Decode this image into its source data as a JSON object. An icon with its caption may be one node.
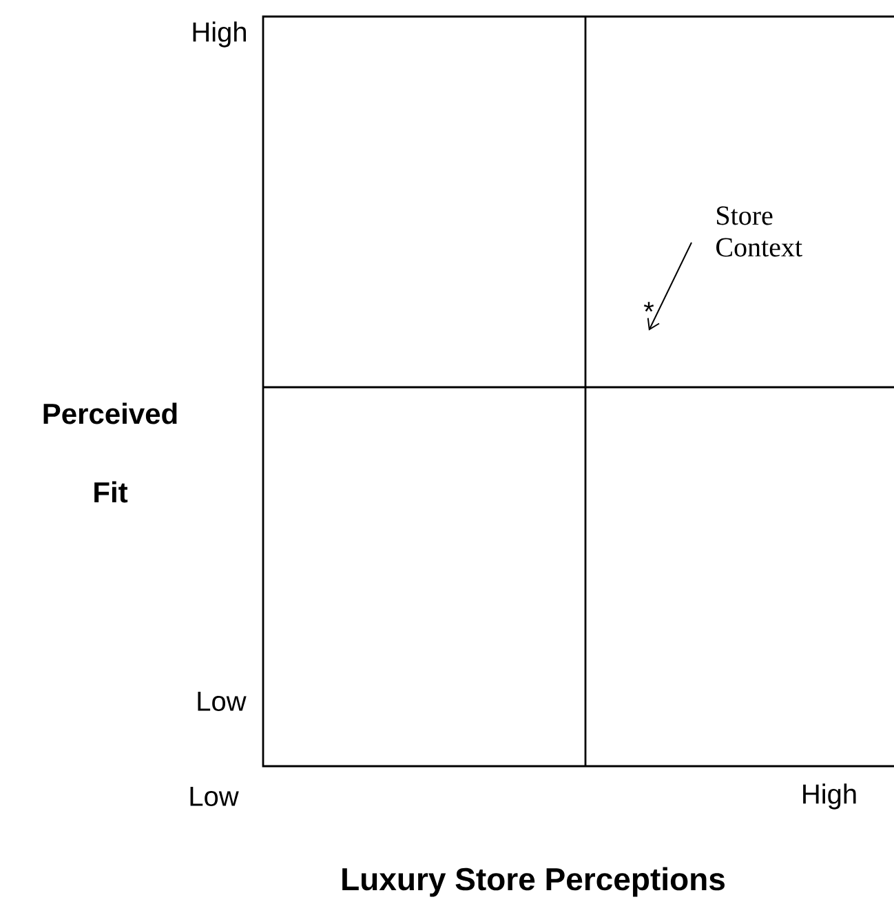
{
  "diagram": {
    "nodes": [
      {
        "text": [
          "Store Context"
        ]
      },
      {
        "text": [
          "*"
        ]
      }
    ],
    "edges": [
      {
        "from": 0,
        "to": 1,
        "arrow": "to"
      }
    ],
    "labels": [
      "High",
      "Perceived",
      "Fit",
      "Low",
      "Low",
      "High",
      "Luxury Store Perceptions"
    ]
  }
}
